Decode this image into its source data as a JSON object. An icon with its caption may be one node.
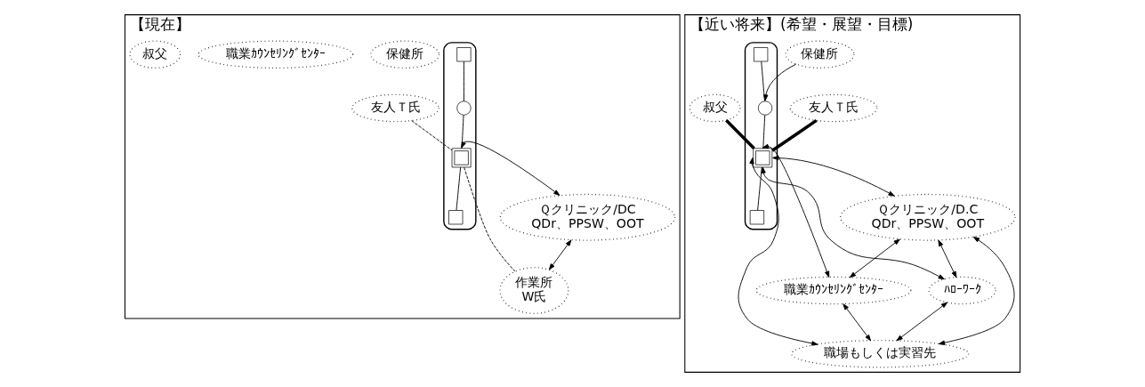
{
  "diagram": {
    "nodes": [
      {
        "text": [
          "【現在】"
        ]
      },
      {
        "text": [
          "友人Ｔ氏"
        ],
        "in": 0
      },
      {
        "text": [
          "保健所"
        ],
        "in": 0
      },
      {
        "text": [
          "職業ｶｳﾝｾﾘﾝｸﾞｾﾝﾀｰ"
        ],
        "in": 0
      },
      {
        "text": [
          "叔父"
        ],
        "in": 0
      },
      {
        "text": [],
        "shape": "cloud",
        "in": 0
      },
      {
        "text": [],
        "shape": "box",
        "in": 5
      },
      {
        "text": [],
        "shape": "circle",
        "in": 5
      },
      {
        "text": [],
        "shape": "box",
        "in": 5
      },
      {
        "text": [],
        "shape": "box",
        "in": 5
      },
      {
        "text": [
          "作業所",
          "W氏"
        ],
        "in": 0
      },
      {
        "text": [
          "Ｑクリニック/DC",
          "QDr、PPSW、OOT"
        ],
        "in": 0
      },
      {
        "text": [
          "【近い将来】(希望・展望・目標)"
        ]
      },
      {
        "text": [
          "友人Ｔ氏"
        ],
        "in": 12
      },
      {
        "text": [
          "保健所"
        ],
        "in": 12
      },
      {
        "text": [
          "職業ｶｳﾝｾﾘﾝｸﾞｾﾝﾀｰ"
        ],
        "in": 12
      },
      {
        "text": [
          "叔父"
        ],
        "in": 12
      },
      {
        "text": [],
        "shape": "cloud",
        "in": 12
      },
      {
        "text": [],
        "shape": "box",
        "in": 17
      },
      {
        "text": [],
        "shape": "circle",
        "in": 17
      },
      {
        "text": [],
        "shape": "box",
        "in": 17
      },
      {
        "text": [],
        "shape": "box",
        "in": 17
      },
      {
        "text": [
          "ﾊﾛｰﾜｰｸ"
        ],
        "in": 12
      },
      {
        "text": [
          "Ｑクリニック/D.C",
          "QDr、PPSW、OOT"
        ],
        "in": 12
      },
      {
        "text": [
          "職場もしくは実習先"
        ],
        "in": 12
      }
    ],
    "edges": [
      {
        "from": 6,
        "to": 7,
        "arrow": "none"
      },
      {
        "from": 7,
        "to": 8,
        "arrow": "none"
      },
      {
        "from": 8,
        "to": 9,
        "arrow": "none"
      },
      {
        "from": 1,
        "to": 8,
        "arrow": "none",
        "style": "dashed"
      },
      {
        "from": 8,
        "to": 10,
        "arrow": "none",
        "style": "dashed"
      },
      {
        "from": 8,
        "to": 11,
        "arrow": "both"
      },
      {
        "from": 11,
        "to": 10,
        "arrow": "both"
      },
      {
        "from": 18,
        "to": 19,
        "arrow": "none"
      },
      {
        "from": 20,
        "to": 21,
        "arrow": "none"
      },
      {
        "from": 13,
        "to": 20,
        "arrow": "none",
        "style": "thick"
      },
      {
        "from": 16,
        "to": 20,
        "arrow": "none",
        "style": "thick"
      },
      {
        "from": 14,
        "to": 19,
        "arrow": "to"
      },
      {
        "from": 19,
        "to": 20,
        "arrow": "none"
      },
      {
        "from": 20,
        "to": 15,
        "arrow": "both"
      },
      {
        "from": 20,
        "to": 22,
        "arrow": "both"
      },
      {
        "from": 20,
        "to": 23,
        "arrow": "both"
      },
      {
        "from": 20,
        "to": 24,
        "arrow": "both"
      },
      {
        "from": 23,
        "to": 15,
        "arrow": "both"
      },
      {
        "from": 23,
        "to": 22,
        "arrow": "both"
      },
      {
        "from": 23,
        "to": 24,
        "arrow": "both"
      },
      {
        "from": 22,
        "to": 24,
        "arrow": "both"
      },
      {
        "from": 15,
        "to": 24,
        "arrow": "both"
      }
    ]
  }
}
